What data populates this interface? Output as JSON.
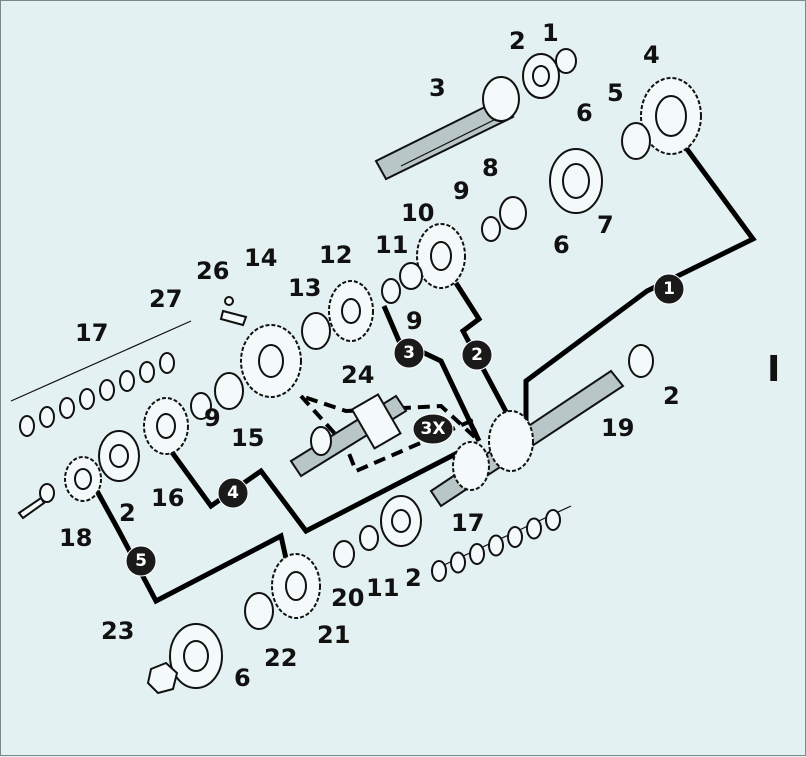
{
  "figure_label": "I",
  "callouts": {
    "n1_top": "1",
    "n2_top": "2",
    "n3": "3",
    "n4": "4",
    "n5": "5",
    "n6_top": "6",
    "n7": "7",
    "n8": "8",
    "n9_a": "9",
    "n6_mid": "6",
    "n10": "10",
    "n11_a": "11",
    "n12": "12",
    "n13": "13",
    "n14": "14",
    "n26": "26",
    "n27": "27",
    "n17_top": "17",
    "n9_b": "9",
    "n15": "15",
    "n9_c": "9",
    "n24": "24",
    "n16": "16",
    "n2_mid": "2",
    "n18": "18",
    "n2_right": "2",
    "n19": "19",
    "n17_bot": "17",
    "n2_bot": "2",
    "n11_b": "11",
    "n20": "20",
    "n21": "21",
    "n22": "22",
    "n23": "23",
    "n6_bot": "6"
  },
  "badges": {
    "b1": "1",
    "b2": "2",
    "b3": "3",
    "b4": "4",
    "b5": "5",
    "b3x": "3X"
  },
  "colors": {
    "background": "#e3f1f3",
    "ink": "#111111",
    "badge_fill": "#1a1a1a"
  }
}
